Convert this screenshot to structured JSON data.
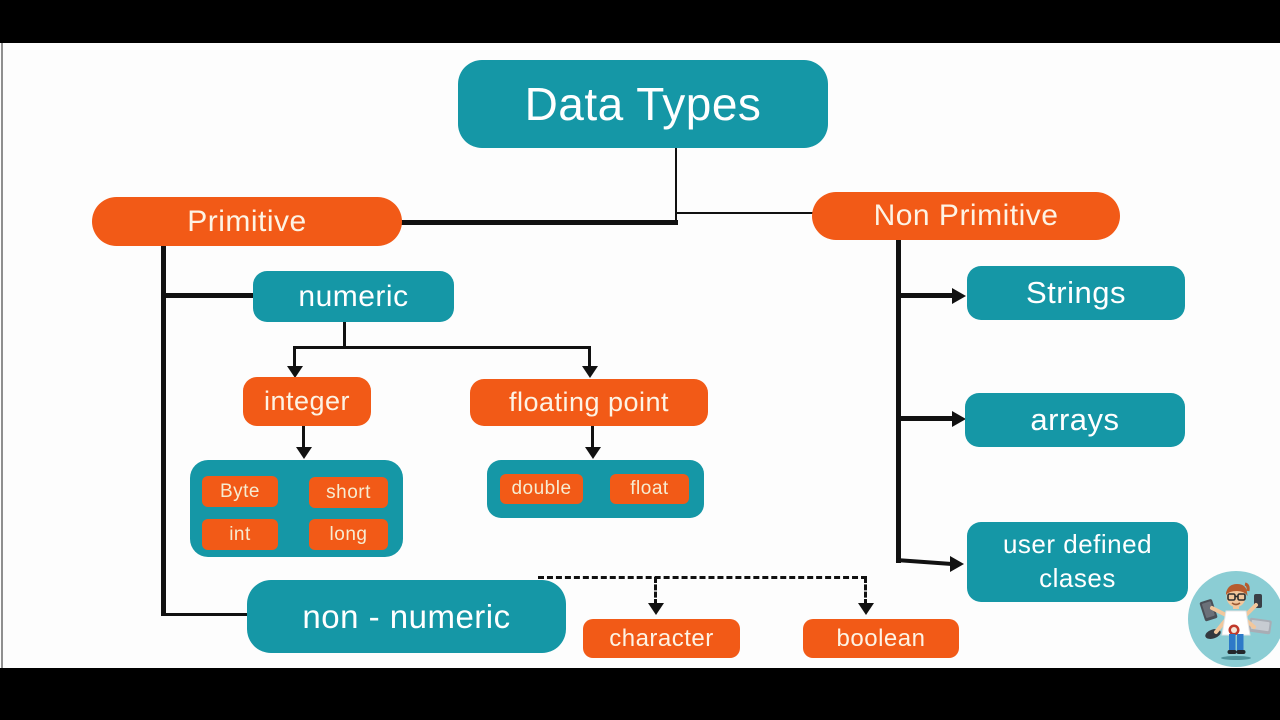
{
  "diagram": {
    "title": "Data Types",
    "left_branch": {
      "primitive": "Primitive",
      "numeric": "numeric",
      "integer": "integer",
      "floating_point": "floating point",
      "integer_types": [
        "Byte",
        "short",
        "int",
        "long"
      ],
      "floating_types": [
        "double",
        "float"
      ],
      "non_numeric": "non - numeric",
      "character": "character",
      "boolean": "boolean"
    },
    "right_branch": {
      "non_primitive": "Non Primitive",
      "strings": "Strings",
      "arrays": "arrays",
      "user_defined_line1": "user defined",
      "user_defined_line2": "clases"
    }
  },
  "icons": {
    "avatar": "multitasking-developer-illustration"
  },
  "colors": {
    "teal": "#1597a6",
    "orange": "#f25a17",
    "orange_text": "#fdf3e4",
    "pill_text": "#f6ecd2",
    "line": "#111111",
    "avatar_bg": "#8bcdd4"
  }
}
